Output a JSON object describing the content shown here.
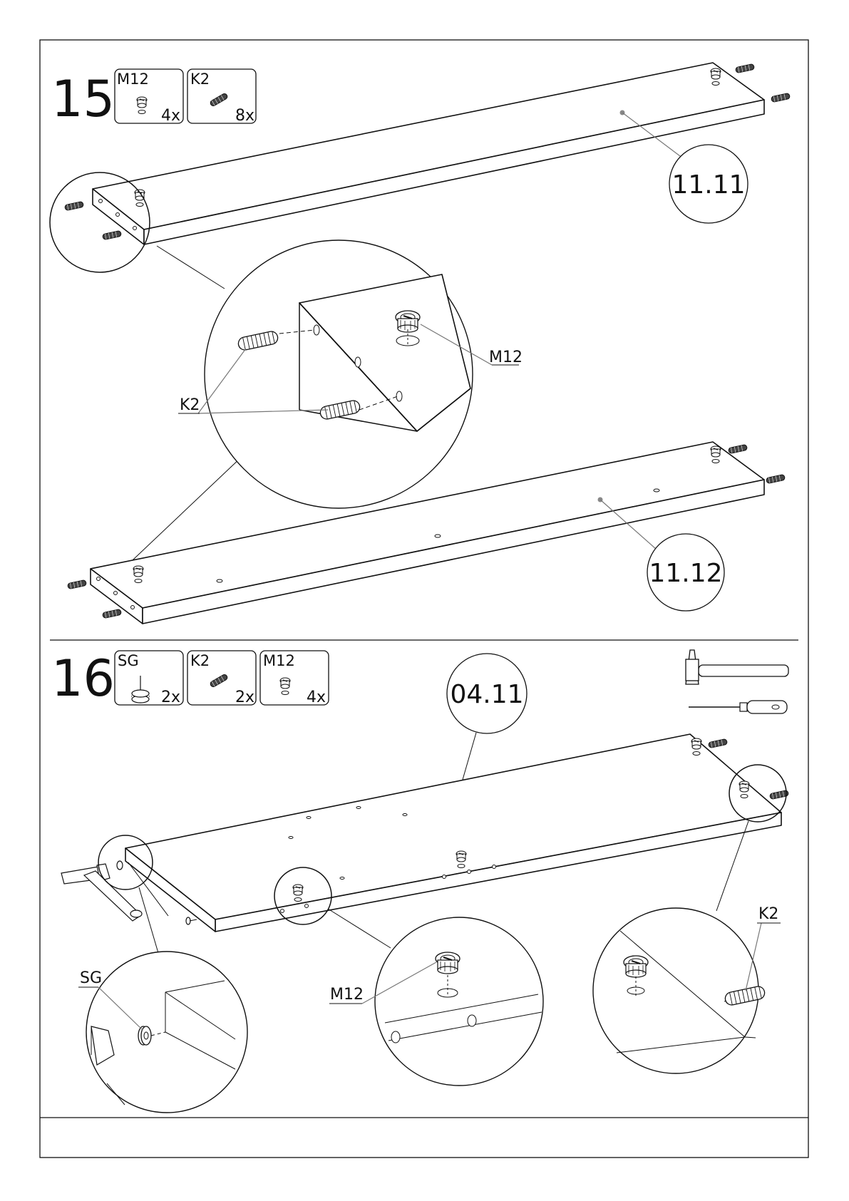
{
  "steps": [
    {
      "number": "15",
      "parts": [
        {
          "code": "M12",
          "qty": "4x",
          "icon": "cam-lock-icon"
        },
        {
          "code": "K2",
          "qty": "8x",
          "icon": "wooden-dowel-icon"
        }
      ],
      "panels": [
        "11.11",
        "11.12"
      ],
      "callouts": {
        "dowel": "K2",
        "cam": "M12"
      }
    },
    {
      "number": "16",
      "parts": [
        {
          "code": "SG",
          "qty": "2x",
          "icon": "glide-nail-icon"
        },
        {
          "code": "K2",
          "qty": "2x",
          "icon": "wooden-dowel-icon"
        },
        {
          "code": "M12",
          "qty": "4x",
          "icon": "cam-lock-icon"
        }
      ],
      "panels": [
        "04.11"
      ],
      "tools": [
        "hammer-icon",
        "screwdriver-icon"
      ],
      "callouts": {
        "glide": "SG",
        "cam": "M12",
        "dowel": "K2"
      }
    }
  ]
}
